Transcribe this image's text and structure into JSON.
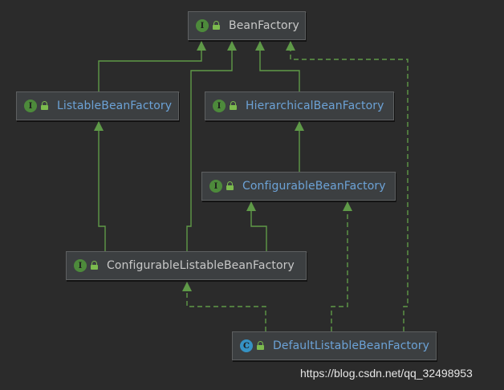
{
  "colors": {
    "background": "#2b2b2b",
    "node_fill": "#3c3f41",
    "node_border": "#5e6061",
    "arrow": "#5f9a48",
    "interface_badge": "#4d8a3b",
    "class_badge": "#3592c4",
    "label_blue": "#6ca2d6",
    "label_default": "#c8c8c8"
  },
  "nodes": {
    "bean_factory": {
      "name": "BeanFactory",
      "kind": "interface",
      "badge_letter": "I",
      "badge_icon": "interface-badge-icon",
      "lock_icon": "lock-icon"
    },
    "listable_bean_factory": {
      "name": "ListableBeanFactory",
      "kind": "interface",
      "badge_letter": "I",
      "badge_icon": "interface-badge-icon",
      "lock_icon": "lock-icon"
    },
    "hierarchical_bean_factory": {
      "name": "HierarchicalBeanFactory",
      "kind": "interface",
      "badge_letter": "I",
      "badge_icon": "interface-badge-icon",
      "lock_icon": "lock-icon"
    },
    "configurable_bean_factory": {
      "name": "ConfigurableBeanFactory",
      "kind": "interface",
      "badge_letter": "I",
      "badge_icon": "interface-badge-icon",
      "lock_icon": "lock-icon"
    },
    "configurable_listable_bean_factory": {
      "name": "ConfigurableListableBeanFactory",
      "kind": "interface",
      "badge_letter": "I",
      "badge_icon": "interface-badge-icon",
      "lock_icon": "lock-icon"
    },
    "default_listable_bean_factory": {
      "name": "DefaultListableBeanFactory",
      "kind": "class",
      "badge_letter": "C",
      "badge_icon": "class-badge-icon",
      "lock_icon": "lock-icon"
    }
  },
  "edges": [
    {
      "from": "ListableBeanFactory",
      "to": "BeanFactory",
      "relation": "extends",
      "style": "solid"
    },
    {
      "from": "HierarchicalBeanFactory",
      "to": "BeanFactory",
      "relation": "extends",
      "style": "solid"
    },
    {
      "from": "ConfigurableBeanFactory",
      "to": "HierarchicalBeanFactory",
      "relation": "extends",
      "style": "solid"
    },
    {
      "from": "ConfigurableListableBeanFactory",
      "to": "ListableBeanFactory",
      "relation": "extends",
      "style": "solid"
    },
    {
      "from": "ConfigurableListableBeanFactory",
      "to": "BeanFactory",
      "relation": "extends",
      "style": "solid"
    },
    {
      "from": "ConfigurableListableBeanFactory",
      "to": "ConfigurableBeanFactory",
      "relation": "extends",
      "style": "solid"
    },
    {
      "from": "DefaultListableBeanFactory",
      "to": "ConfigurableListableBeanFactory",
      "relation": "implements",
      "style": "dashed"
    },
    {
      "from": "DefaultListableBeanFactory",
      "to": "ConfigurableBeanFactory",
      "relation": "implements",
      "style": "dashed"
    },
    {
      "from": "DefaultListableBeanFactory",
      "to": "BeanFactory",
      "relation": "implements",
      "style": "dashed"
    }
  ],
  "watermark": "https://blog.csdn.net/qq_32498953"
}
